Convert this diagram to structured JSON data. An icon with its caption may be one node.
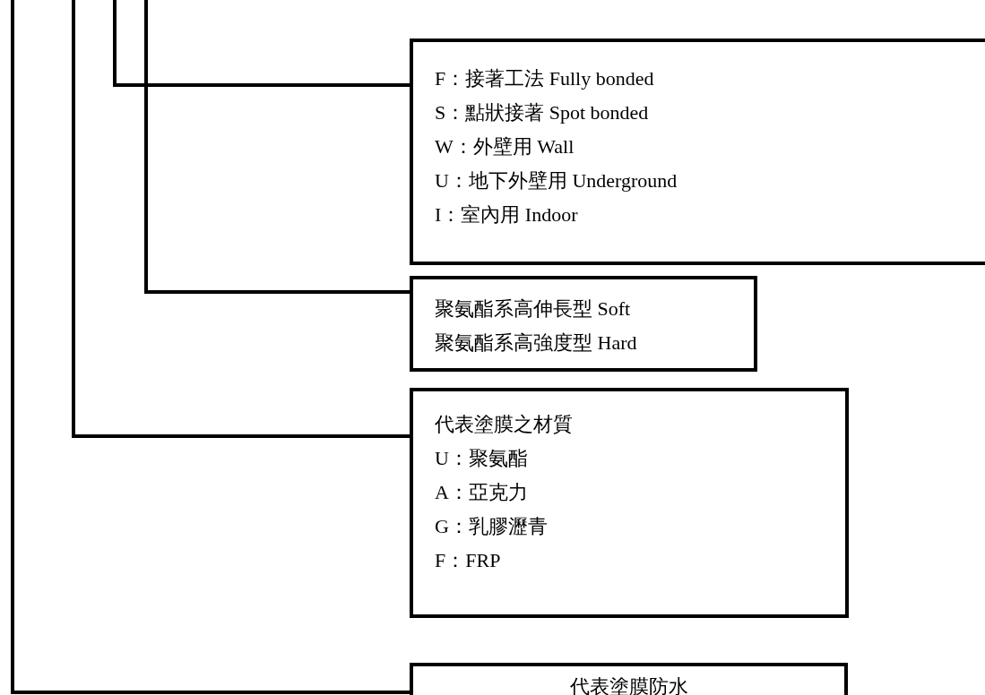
{
  "diagram": {
    "nodes": [
      {
        "text": [
          "F：接著工法 Fully bonded",
          "S：點狀接著 Spot bonded",
          "W：外壁用 Wall",
          "U：地下外壁用 Underground",
          "I：室內用 Indoor"
        ]
      },
      {
        "text": [
          "聚氨酯系高伸長型 Soft",
          "聚氨酯系高強度型 Hard"
        ]
      },
      {
        "text": [
          "代表塗膜之材質",
          "U：聚氨酯",
          "A：亞克力",
          "G：乳膠瀝青",
          "F：FRP"
        ]
      },
      {
        "text": [
          "代表塗膜防水"
        ]
      }
    ],
    "edges": [
      {
        "from": null,
        "to": 0,
        "arrow": "none"
      },
      {
        "from": null,
        "to": 1,
        "arrow": "none"
      },
      {
        "from": null,
        "to": 2,
        "arrow": "none"
      },
      {
        "from": null,
        "to": 3,
        "arrow": "none"
      }
    ]
  }
}
